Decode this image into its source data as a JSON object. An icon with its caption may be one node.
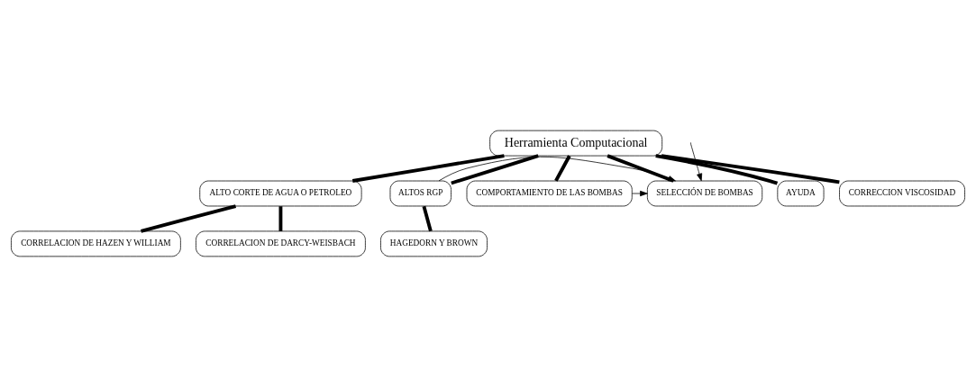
{
  "diagram": {
    "nodes": [
      {
        "text": [
          "Herramienta Computacional"
        ]
      },
      {
        "text": [
          "ALTO CORTE DE AGUA O PETROLEO"
        ]
      },
      {
        "text": [
          "ALTOS RGP"
        ]
      },
      {
        "text": [
          "COMPORTAMIENTO DE LAS BOMBAS"
        ]
      },
      {
        "text": [
          "SELECCIÓN DE BOMBAS"
        ]
      },
      {
        "text": [
          "AYUDA"
        ]
      },
      {
        "text": [
          "CORRECCION VISCOSIDAD"
        ]
      },
      {
        "text": [
          "HAGEDORN Y BROWN"
        ]
      },
      {
        "text": [
          "CORRELACION DE HAZEN Y WILLIAM"
        ]
      },
      {
        "text": [
          "CORRELACION DE DARCY-WEISBACH"
        ]
      }
    ],
    "edges": [
      {
        "from": 0,
        "to": 1,
        "arrow": "none"
      },
      {
        "from": 0,
        "to": 2,
        "arrow": "none"
      },
      {
        "from": 0,
        "to": 3,
        "arrow": "none"
      },
      {
        "from": 0,
        "to": 4,
        "arrow": "none"
      },
      {
        "from": 0,
        "to": 6,
        "arrow": "none"
      },
      {
        "from": 0,
        "to": 5,
        "arrow": "none"
      },
      {
        "from": 2,
        "to": 7,
        "arrow": "none"
      },
      {
        "from": 1,
        "to": 8,
        "arrow": "none"
      },
      {
        "from": 1,
        "to": 9,
        "arrow": "none"
      },
      {
        "from": null,
        "to": 4,
        "arrow": "to"
      },
      {
        "from": 2,
        "to": 4,
        "arrow": "to"
      },
      {
        "from": 3,
        "to": 4,
        "arrow": "to"
      }
    ]
  }
}
